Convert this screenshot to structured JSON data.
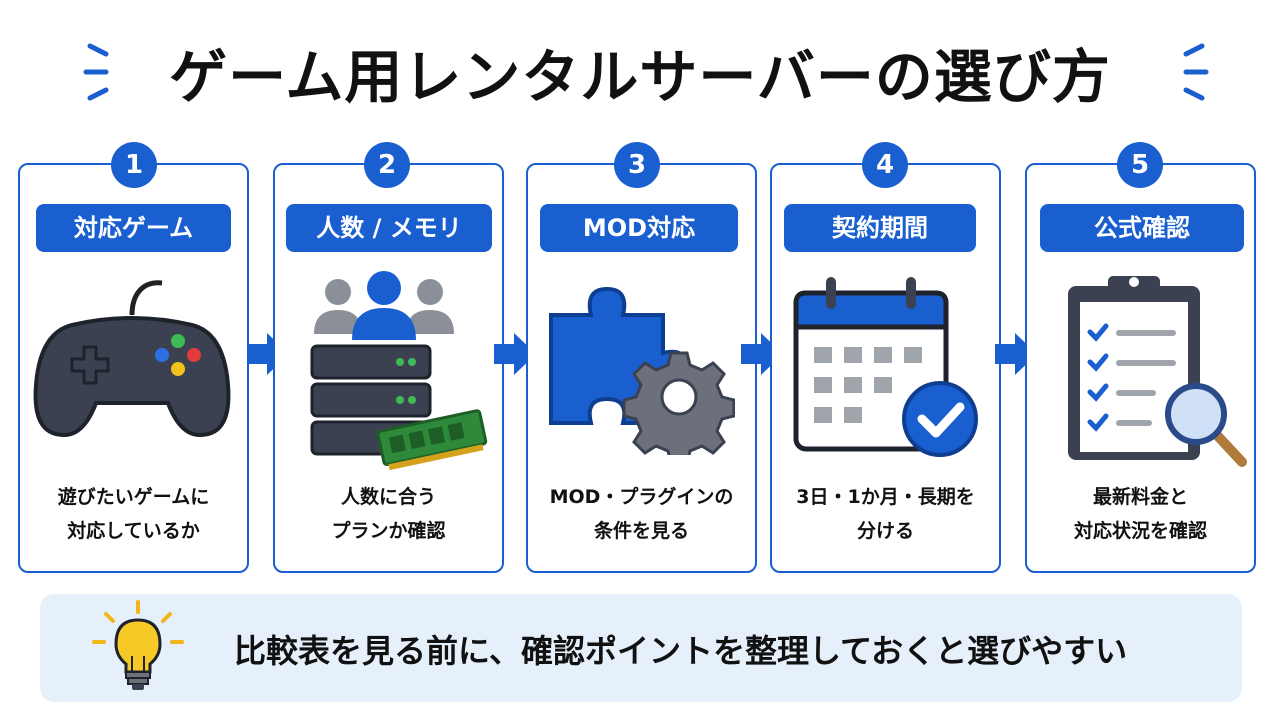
{
  "title": "ゲーム用レンタルサーバーの選び方",
  "steps": [
    {
      "number": "1",
      "label": "対応ゲーム",
      "desc_line1": "遊びたいゲームに",
      "desc_line2": "対応しているか",
      "icon": "game-controller-icon"
    },
    {
      "number": "2",
      "label": "人数 / メモリ",
      "desc_line1": "人数に合う",
      "desc_line2": "プランか確認",
      "icon": "users-server-memory-icon"
    },
    {
      "number": "3",
      "label": "MOD対応",
      "desc_line1": "MOD・プラグインの",
      "desc_line2": "条件を見る",
      "icon": "puzzle-gear-icon"
    },
    {
      "number": "4",
      "label": "契約期間",
      "desc_line1": "3日・1か月・長期を",
      "desc_line2": "分ける",
      "icon": "calendar-check-icon"
    },
    {
      "number": "5",
      "label": "公式確認",
      "desc_line1": "最新料金と",
      "desc_line2": "対応状況を確認",
      "icon": "clipboard-magnifier-icon"
    }
  ],
  "tip": {
    "icon": "lightbulb-icon",
    "text": "比較表を見る前に、確認ポイントを整理しておくと選びやすい"
  },
  "colors": {
    "accent": "#1a5fd0",
    "tip_background": "#e6f0fb",
    "text": "#111111"
  }
}
